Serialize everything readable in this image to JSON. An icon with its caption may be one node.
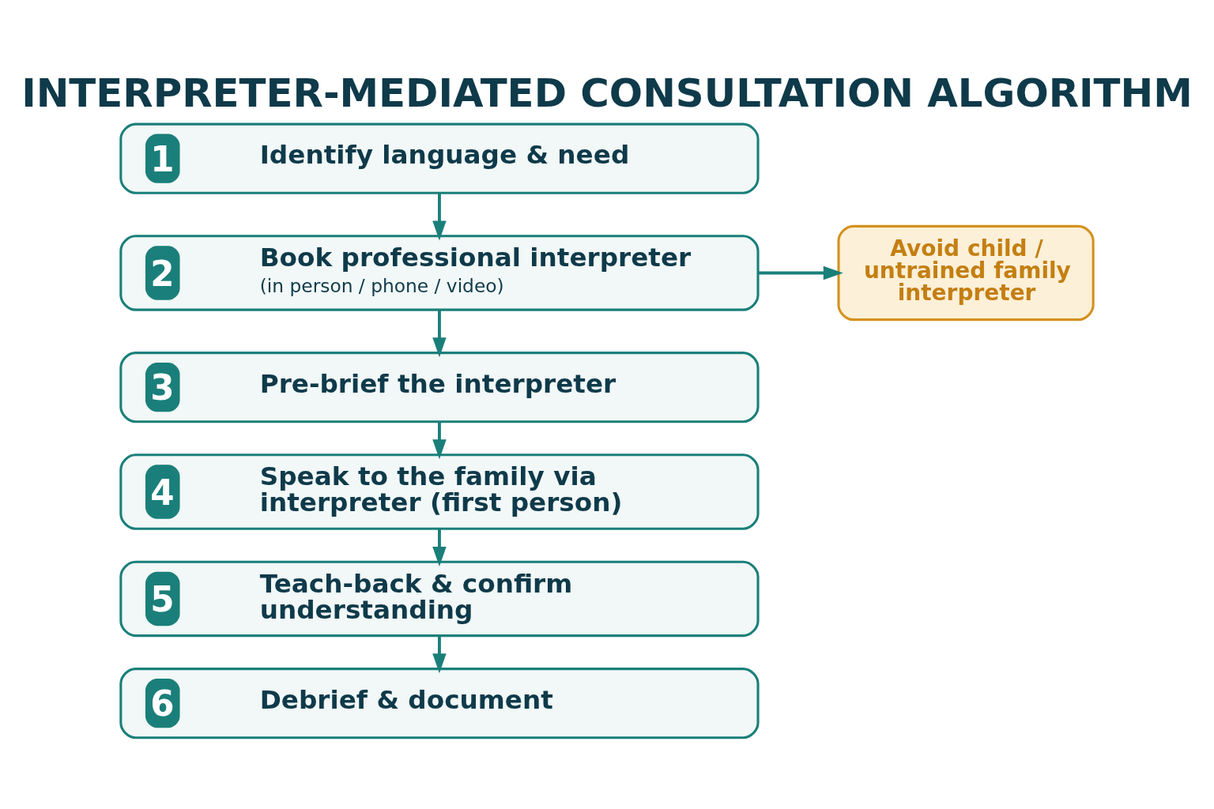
{
  "diagram": {
    "title": "INTERPRETER-MEDIATED CONSULTATION ALGORITHM",
    "nodes": [
      {
        "text": [
          "1",
          "Identify language & need"
        ]
      },
      {
        "text": [
          "2",
          "Book professional interpreter",
          "(in person / phone / video)"
        ]
      },
      {
        "text": [
          "Avoid child / untrained family interpreter"
        ]
      },
      {
        "text": [
          "3",
          "Pre-brief the interpreter"
        ]
      },
      {
        "text": [
          "4",
          "Speak to the family via interpreter (first person)"
        ]
      },
      {
        "text": [
          "5",
          "Teach-back & confirm understanding"
        ]
      },
      {
        "text": [
          "6",
          "Debrief & document"
        ]
      }
    ],
    "edges": [
      {
        "from": 0,
        "to": 1,
        "arrow": "to"
      },
      {
        "from": 1,
        "to": 2,
        "arrow": "to"
      },
      {
        "from": 1,
        "to": 3,
        "arrow": "to"
      },
      {
        "from": 3,
        "to": 4,
        "arrow": "to"
      },
      {
        "from": 4,
        "to": 5,
        "arrow": "to"
      },
      {
        "from": 5,
        "to": 6,
        "arrow": "to"
      }
    ]
  }
}
